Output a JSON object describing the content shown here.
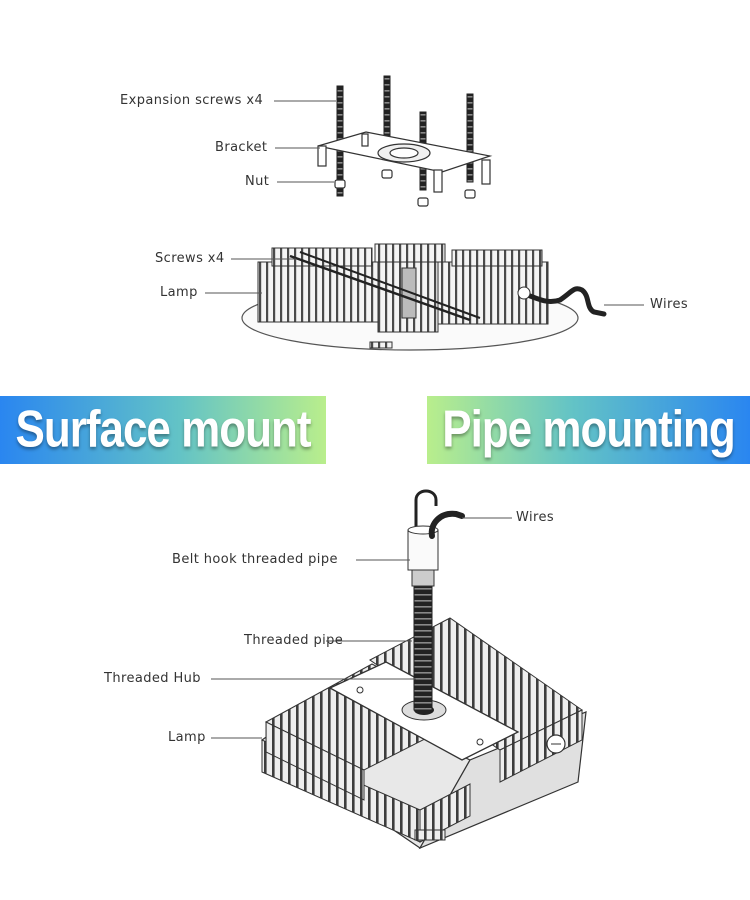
{
  "surface": {
    "labels": {
      "expansion_screws": "Expansion screws x4",
      "bracket": "Bracket",
      "nut": "Nut",
      "screws": "Screws x4",
      "lamp": "Lamp",
      "wires": "Wires"
    }
  },
  "banners": {
    "left": "Surface mount",
    "right": "Pipe mounting",
    "colors": {
      "blue": "#2a86f0",
      "teal": "#63c3c6",
      "green": "#b9ee8c"
    }
  },
  "pipe": {
    "labels": {
      "wires": "Wires",
      "belt_hook": "Belt hook threaded pipe",
      "threaded_pipe": "Threaded pipe",
      "threaded_hub": "Threaded Hub",
      "lamp": "Lamp"
    }
  }
}
